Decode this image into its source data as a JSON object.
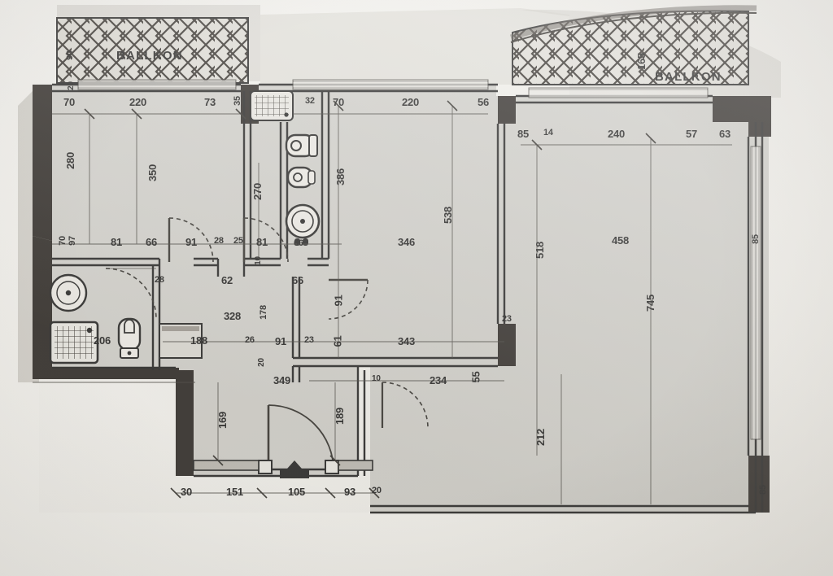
{
  "document": {
    "type": "architectural-floor-plan",
    "units": "cm",
    "rooms": [
      {
        "name": "BALLKON",
        "position": "top-left"
      },
      {
        "name": "BALLKON",
        "position": "top-right"
      }
    ]
  },
  "labels": {
    "balcony_left": "BALLKON",
    "balcony_right": "BALLKON"
  },
  "dimensions": {
    "balcony_left_depth": "90",
    "balcony_left_wall": "20",
    "balcony_right_depth": "165",
    "bedroom_top_left": "70",
    "bedroom_top_mid": "220",
    "bedroom_top_right": "73",
    "wall_35": "35",
    "kitchen_32": "32",
    "livingA_top_70": "70",
    "livingA_top_220": "220",
    "livingA_top_56": "56",
    "right_85": "85",
    "right_14": "14",
    "right_240": "240",
    "right_57": "57",
    "right_63": "63",
    "bedroom_left_280": "280",
    "bedroom_350": "350",
    "bath_270": "270",
    "room_386": "386",
    "room_538": "538",
    "room_346": "346",
    "living_518": "518",
    "living_458": "458",
    "living_745": "745",
    "living_212": "212",
    "edge_85_top": "85",
    "edge_85_bottom": "85",
    "hall_81a": "81",
    "hall_66a": "66",
    "hall_91a": "91",
    "hall_28a": "28",
    "hall_25": "25",
    "hall_81b": "81",
    "hall_66b": "66",
    "hall_28b": "28",
    "hall_62": "62",
    "hall_10": "10",
    "hall_66c": "66",
    "hall_91b": "91",
    "hall_61": "61",
    "hall_23a": "23",
    "hall_23b": "23",
    "hall_343": "343",
    "hall_234": "234",
    "hall_55": "55",
    "hall_10b": "10",
    "left_70": "70",
    "left_97": "97",
    "left_206": "206",
    "left_188": "188",
    "left_328": "328",
    "left_178": "178",
    "left_26": "26",
    "left_91": "91",
    "left_20": "20",
    "left_349": "349",
    "entry_169": "169",
    "entry_189": "189",
    "entry_30": "30",
    "entry_151": "151",
    "entry_105": "105",
    "entry_93": "93",
    "entry_20": "20"
  },
  "colors": {
    "paper": "#f2f1ee",
    "interior_fill": "#c9c8c3",
    "wall_dark": "#231f1c",
    "wall_mid": "#6e685f",
    "line": "#1b1b1b",
    "balcony_hatch": "#2a2622"
  }
}
